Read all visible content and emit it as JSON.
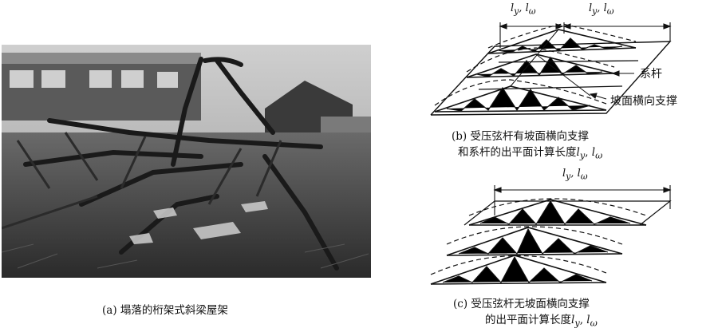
{
  "photo": {
    "caption": "(a) 塌落的桁架式斜梁屋架"
  },
  "diagram_b": {
    "dim_left": "l",
    "dim_left_subs": "y",
    "dim_left_sep": ",",
    "dim_left2": "l",
    "dim_left2_sub": "ω",
    "dim_right": "l",
    "dim_right_subs": "y",
    "dim_right_sep": ",",
    "dim_right2": "l",
    "dim_right2_sub": "ω",
    "callout_tie": "系杆",
    "callout_brace": "坡面横向支撑",
    "caption_line1": "(b) 受压弦杆有坡面横向支撑",
    "caption_line2": "和系杆的出平面计算长度",
    "caption_line2_vars": "l",
    "caption_line2_sub1": "y",
    "caption_line2_sep": ", ",
    "caption_line2_var2": "l",
    "caption_line2_sub2": "ω"
  },
  "diagram_c": {
    "dim": "l",
    "dim_sub1": "y",
    "dim_sep": ", ",
    "dim2": "l",
    "dim_sub2": "ω",
    "caption_line1": "(c) 受压弦杆无坡面横向支撑",
    "caption_line2": "的出平面计算长度",
    "caption_line2_var": "l",
    "caption_line2_sub1": "y",
    "caption_line2_sep": ", ",
    "caption_line2_var2": "l",
    "caption_line2_sub2": "ω"
  }
}
